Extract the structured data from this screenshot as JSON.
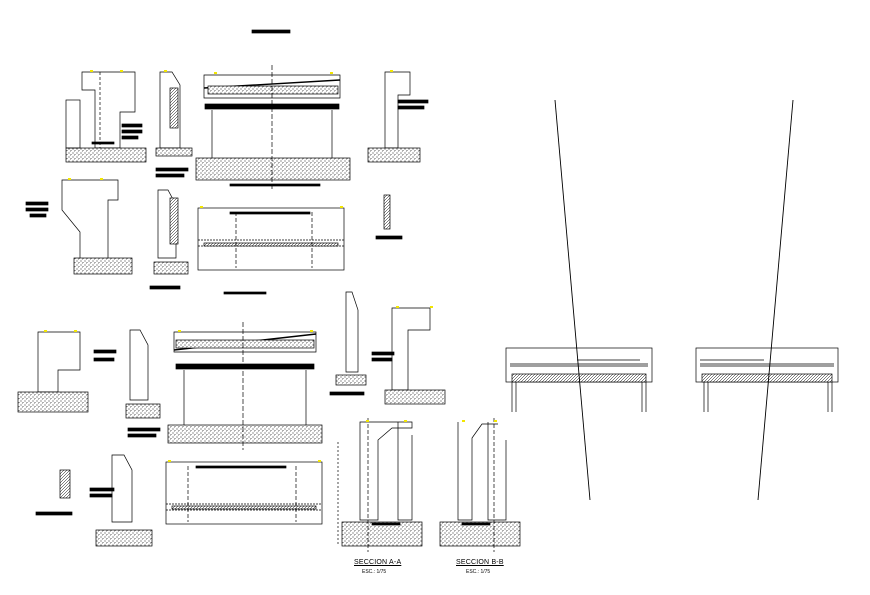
{
  "drawing": {
    "background": "#ffffff",
    "line_color": "#000000",
    "accent_marks_color": "#f2e600",
    "section_a": {
      "title": "SECCION A-A",
      "scale": "ESC.: 1/75"
    },
    "section_b": {
      "title": "SECCION B-B",
      "scale": "ESC.: 1/75"
    }
  }
}
